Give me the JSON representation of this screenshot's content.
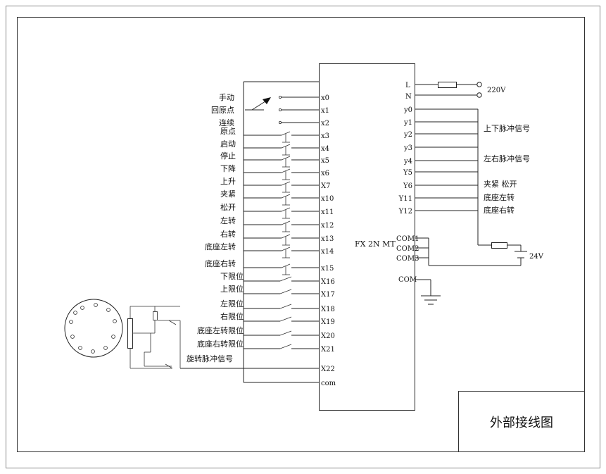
{
  "title_block": {
    "title": "外部接线图"
  },
  "plc": {
    "model": "FX 2N MT"
  },
  "power": {
    "l_pin": "L",
    "n_pin": "N",
    "voltage": "220V"
  },
  "inputs": {
    "selector_rows": [
      {
        "label": "手动",
        "pin": "x0"
      },
      {
        "label": "回原点",
        "pin": "x1"
      },
      {
        "label": "连续",
        "pin": "x2"
      }
    ],
    "button_rows": [
      {
        "label": "原点",
        "pin": "x3"
      },
      {
        "label": "启动",
        "pin": "x4"
      },
      {
        "label": "停止",
        "pin": "x5"
      },
      {
        "label": "下降",
        "pin": "x6"
      },
      {
        "label": "上升",
        "pin": "X7"
      },
      {
        "label": "夹紧",
        "pin": "x10"
      },
      {
        "label": "松开",
        "pin": "x11"
      },
      {
        "label": "左转",
        "pin": "x12"
      },
      {
        "label": "右转",
        "pin": "x13"
      },
      {
        "label": "底座左转",
        "pin": "x14"
      },
      {
        "label": "底座右转",
        "pin": "x15"
      }
    ],
    "limit_rows": [
      {
        "label": "下限位",
        "pin": "X16"
      },
      {
        "label": "上限位",
        "pin": "X17"
      },
      {
        "label": "左限位",
        "pin": "X18"
      },
      {
        "label": "右限位",
        "pin": "X19"
      },
      {
        "label": "底座左转限位",
        "pin": "X20"
      },
      {
        "label": "底座右转限位",
        "pin": "X21"
      }
    ],
    "pulse_row": {
      "label": "旋转脉冲信号",
      "pin": "X22"
    },
    "common_pin": "com"
  },
  "outputs": {
    "pins": [
      "y0",
      "y1",
      "y2",
      "y3",
      "y4",
      "Y5",
      "Y6",
      "Y11",
      "Y12"
    ],
    "labels": [
      "上下脉冲信号",
      "左右脉冲信号",
      "夹紧 松开",
      "底座左转",
      "底座右转"
    ],
    "com_pins": [
      "COM1",
      "COM2",
      "COM3"
    ],
    "dc_voltage": "24V",
    "ground_pin": "COM"
  }
}
